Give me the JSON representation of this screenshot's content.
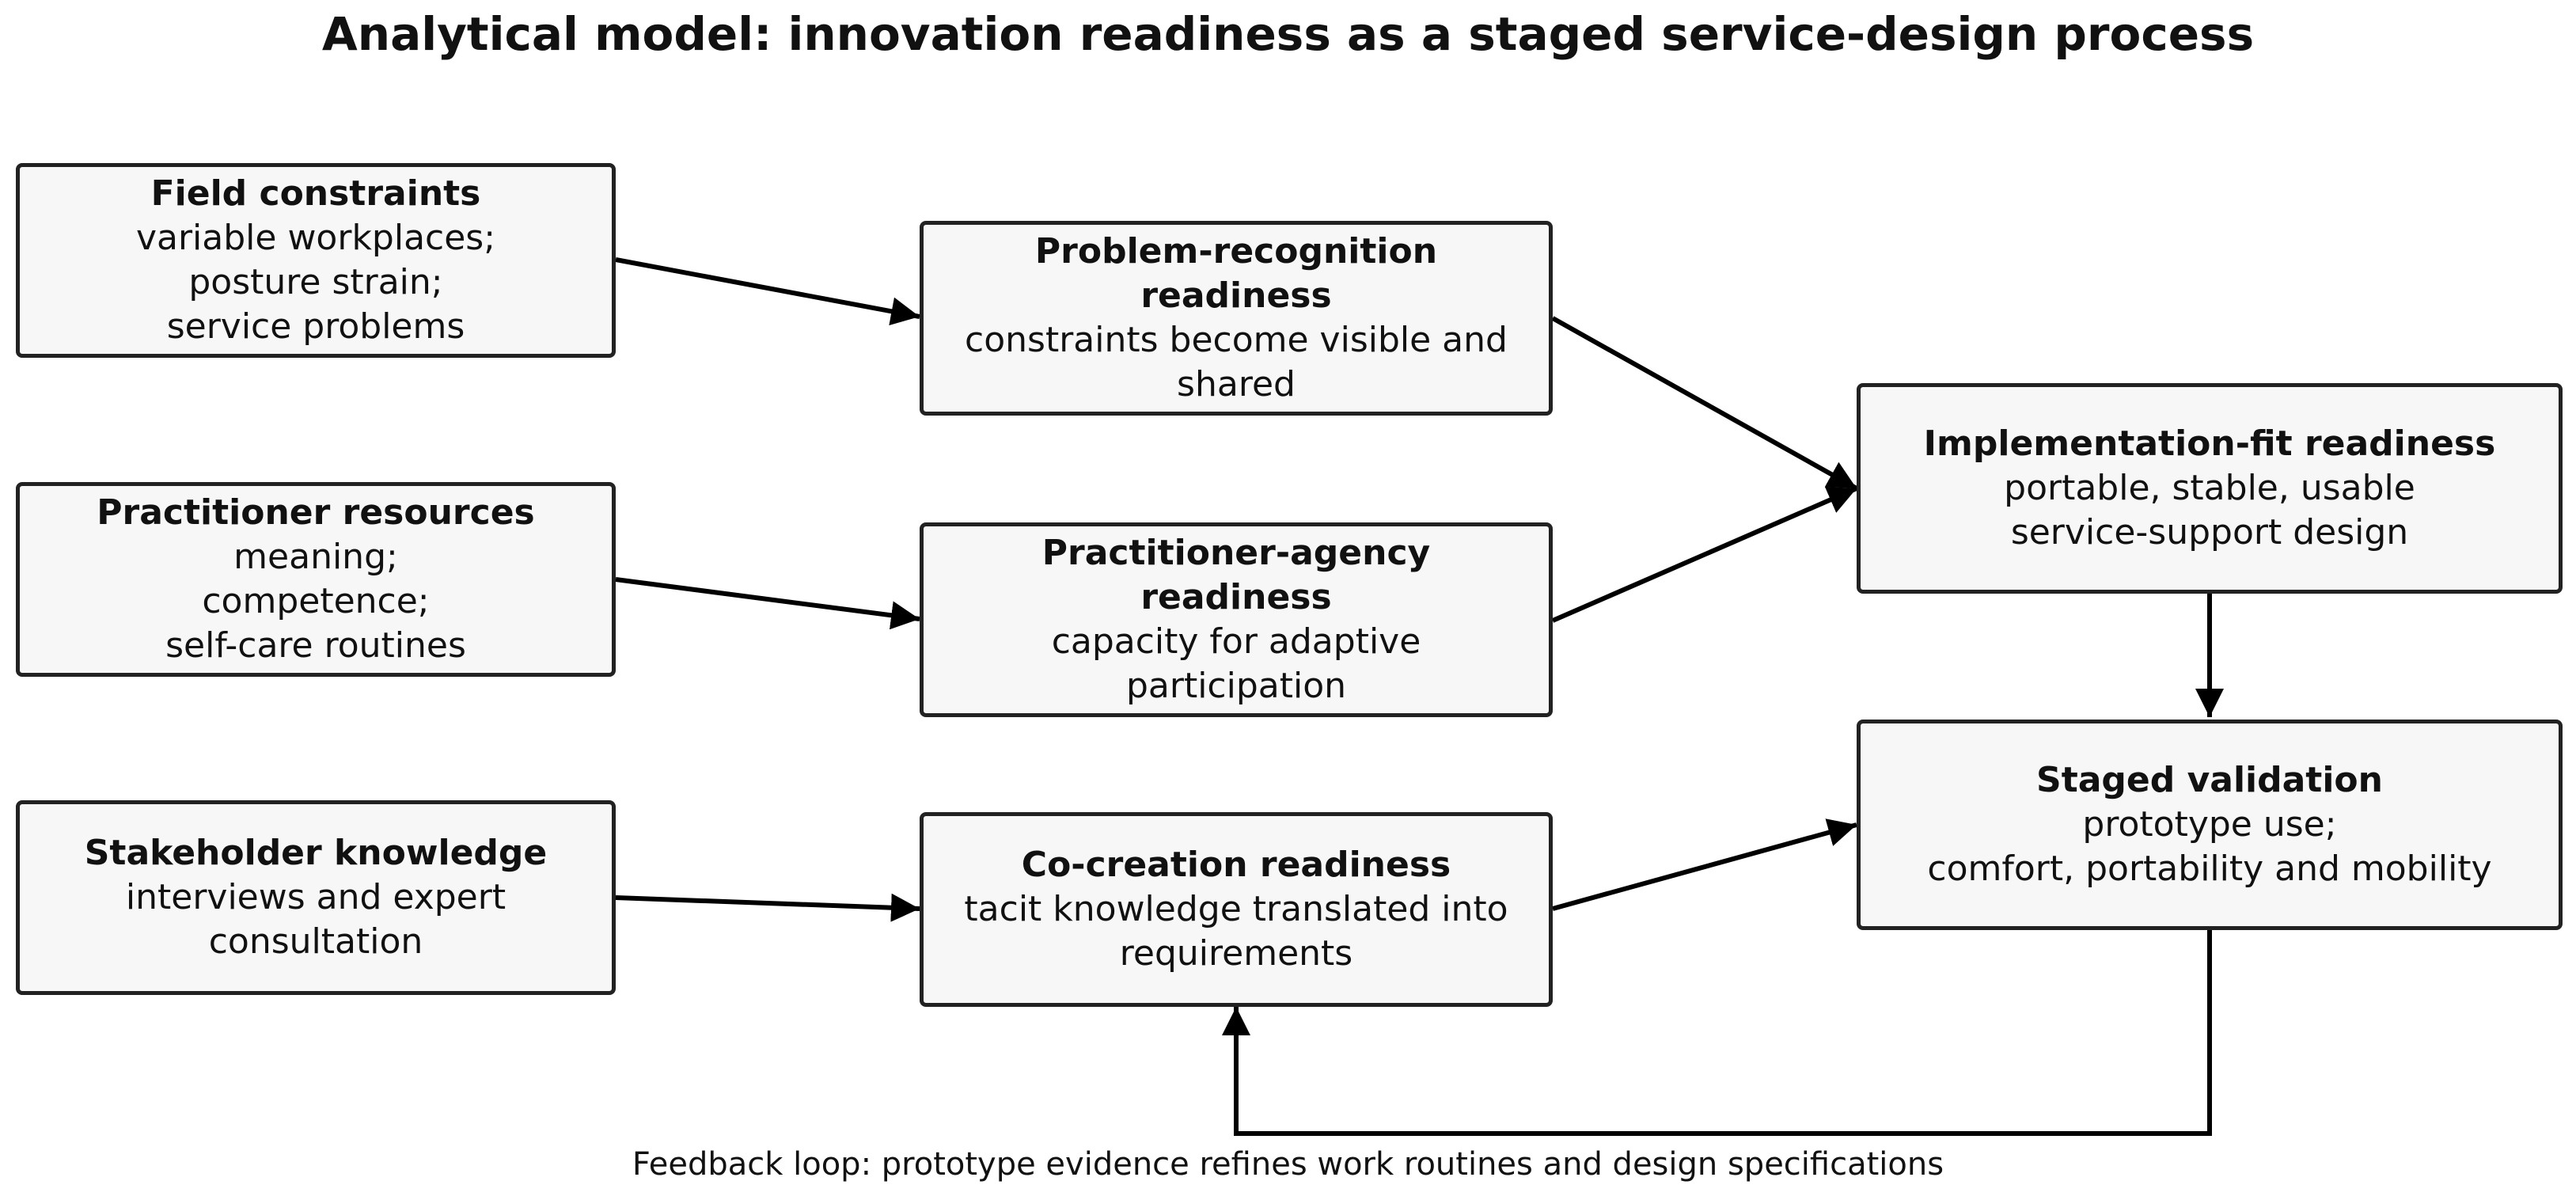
{
  "title": "Analytical model: innovation readiness as a staged service-design process",
  "nodes": {
    "field": {
      "heading": "Field constraints",
      "lines": [
        "variable workplaces;",
        "posture strain;",
        "service problems"
      ]
    },
    "practitioner_resources": {
      "heading": "Practitioner resources",
      "lines": [
        "meaning;",
        "competence;",
        "self-care routines"
      ]
    },
    "stakeholder": {
      "heading": "Stakeholder knowledge",
      "lines": [
        "interviews and expert",
        "consultation"
      ]
    },
    "problem_recognition": {
      "heading": [
        "Problem-recognition",
        "readiness"
      ],
      "lines": [
        "constraints become visible and",
        "shared"
      ]
    },
    "practitioner_agency": {
      "heading": [
        "Practitioner-agency",
        "readiness"
      ],
      "lines": [
        "capacity for adaptive",
        "participation"
      ]
    },
    "cocreation": {
      "heading": "Co-creation readiness",
      "lines": [
        "tacit knowledge translated into",
        "requirements"
      ]
    },
    "implementation_fit": {
      "heading": "Implementation-fit readiness",
      "lines": [
        "portable, stable, usable",
        "service-support design"
      ]
    },
    "staged_validation": {
      "heading": "Staged validation",
      "lines": [
        "prototype use;",
        "comfort, portability and mobility"
      ]
    }
  },
  "feedback_caption": "Feedback loop: prototype evidence refines work routines and design specifications",
  "colors": {
    "box_fill": "#f7f7f7",
    "box_border": "#222222",
    "arrow": "#000000"
  }
}
